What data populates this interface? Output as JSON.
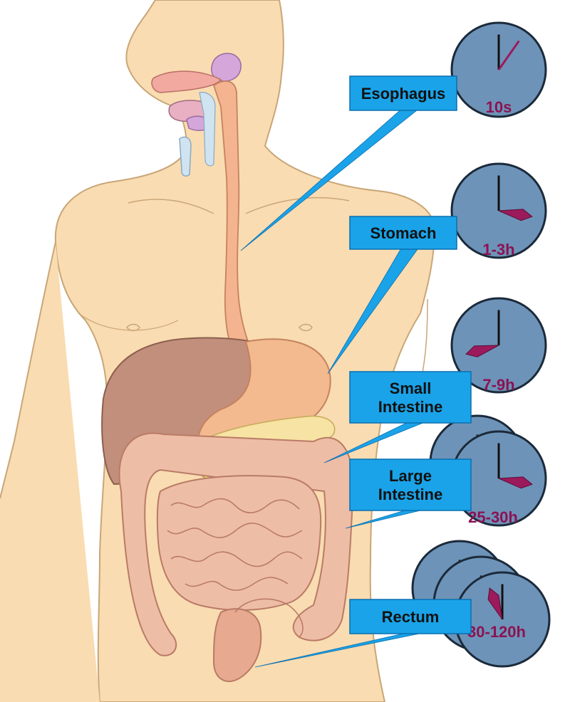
{
  "colors": {
    "skin": "#f9dcb1",
    "skin_outline": "#c9a678",
    "esophagus": "#f4b48f",
    "liver": "#c28f7c",
    "stomach": "#f2ba8e",
    "pancreas": "#f7e3a3",
    "intestine": "#eebda5",
    "intestine_line": "#b97b66",
    "label_fill": "#1aa3e8",
    "label_border": "#0b6fb0",
    "pointer": "#1aa3e8",
    "clock_face": "#6e93b8",
    "clock_rim": "#1b2a3a",
    "hand_color": "#9b1a5c",
    "time_text_color": "#8a1353",
    "nasal": "#d5a6d9",
    "tongue": "#e9b0c3",
    "palate": "#f1a9a0",
    "airway": "#cfe3f1"
  },
  "stages": [
    {
      "organ": "Esophagus",
      "organ_lines": [
        "Esophagus"
      ],
      "time": "10s",
      "clock_count": 1,
      "hour_hand": "up",
      "minute_hand": "up-right"
    },
    {
      "organ": "Stomach",
      "organ_lines": [
        "Stomach"
      ],
      "time": "1-3h",
      "clock_count": 1,
      "hour_hand": "right",
      "minute_hand": "up"
    },
    {
      "organ": "Small Intestine",
      "organ_lines": [
        "Small",
        "Intestine"
      ],
      "time": "7-9h",
      "clock_count": 1,
      "hour_hand": "left-down",
      "minute_hand": "up"
    },
    {
      "organ": "Large Intestine",
      "organ_lines": [
        "Large",
        "Intestine"
      ],
      "time": "25-30h",
      "clock_count": 2,
      "hour_hand": "right",
      "minute_hand": "up"
    },
    {
      "organ": "Rectum",
      "organ_lines": [
        "Rectum"
      ],
      "time": "30-120h",
      "clock_count": 3,
      "hour_hand": "up-left",
      "minute_hand": "up"
    }
  ]
}
